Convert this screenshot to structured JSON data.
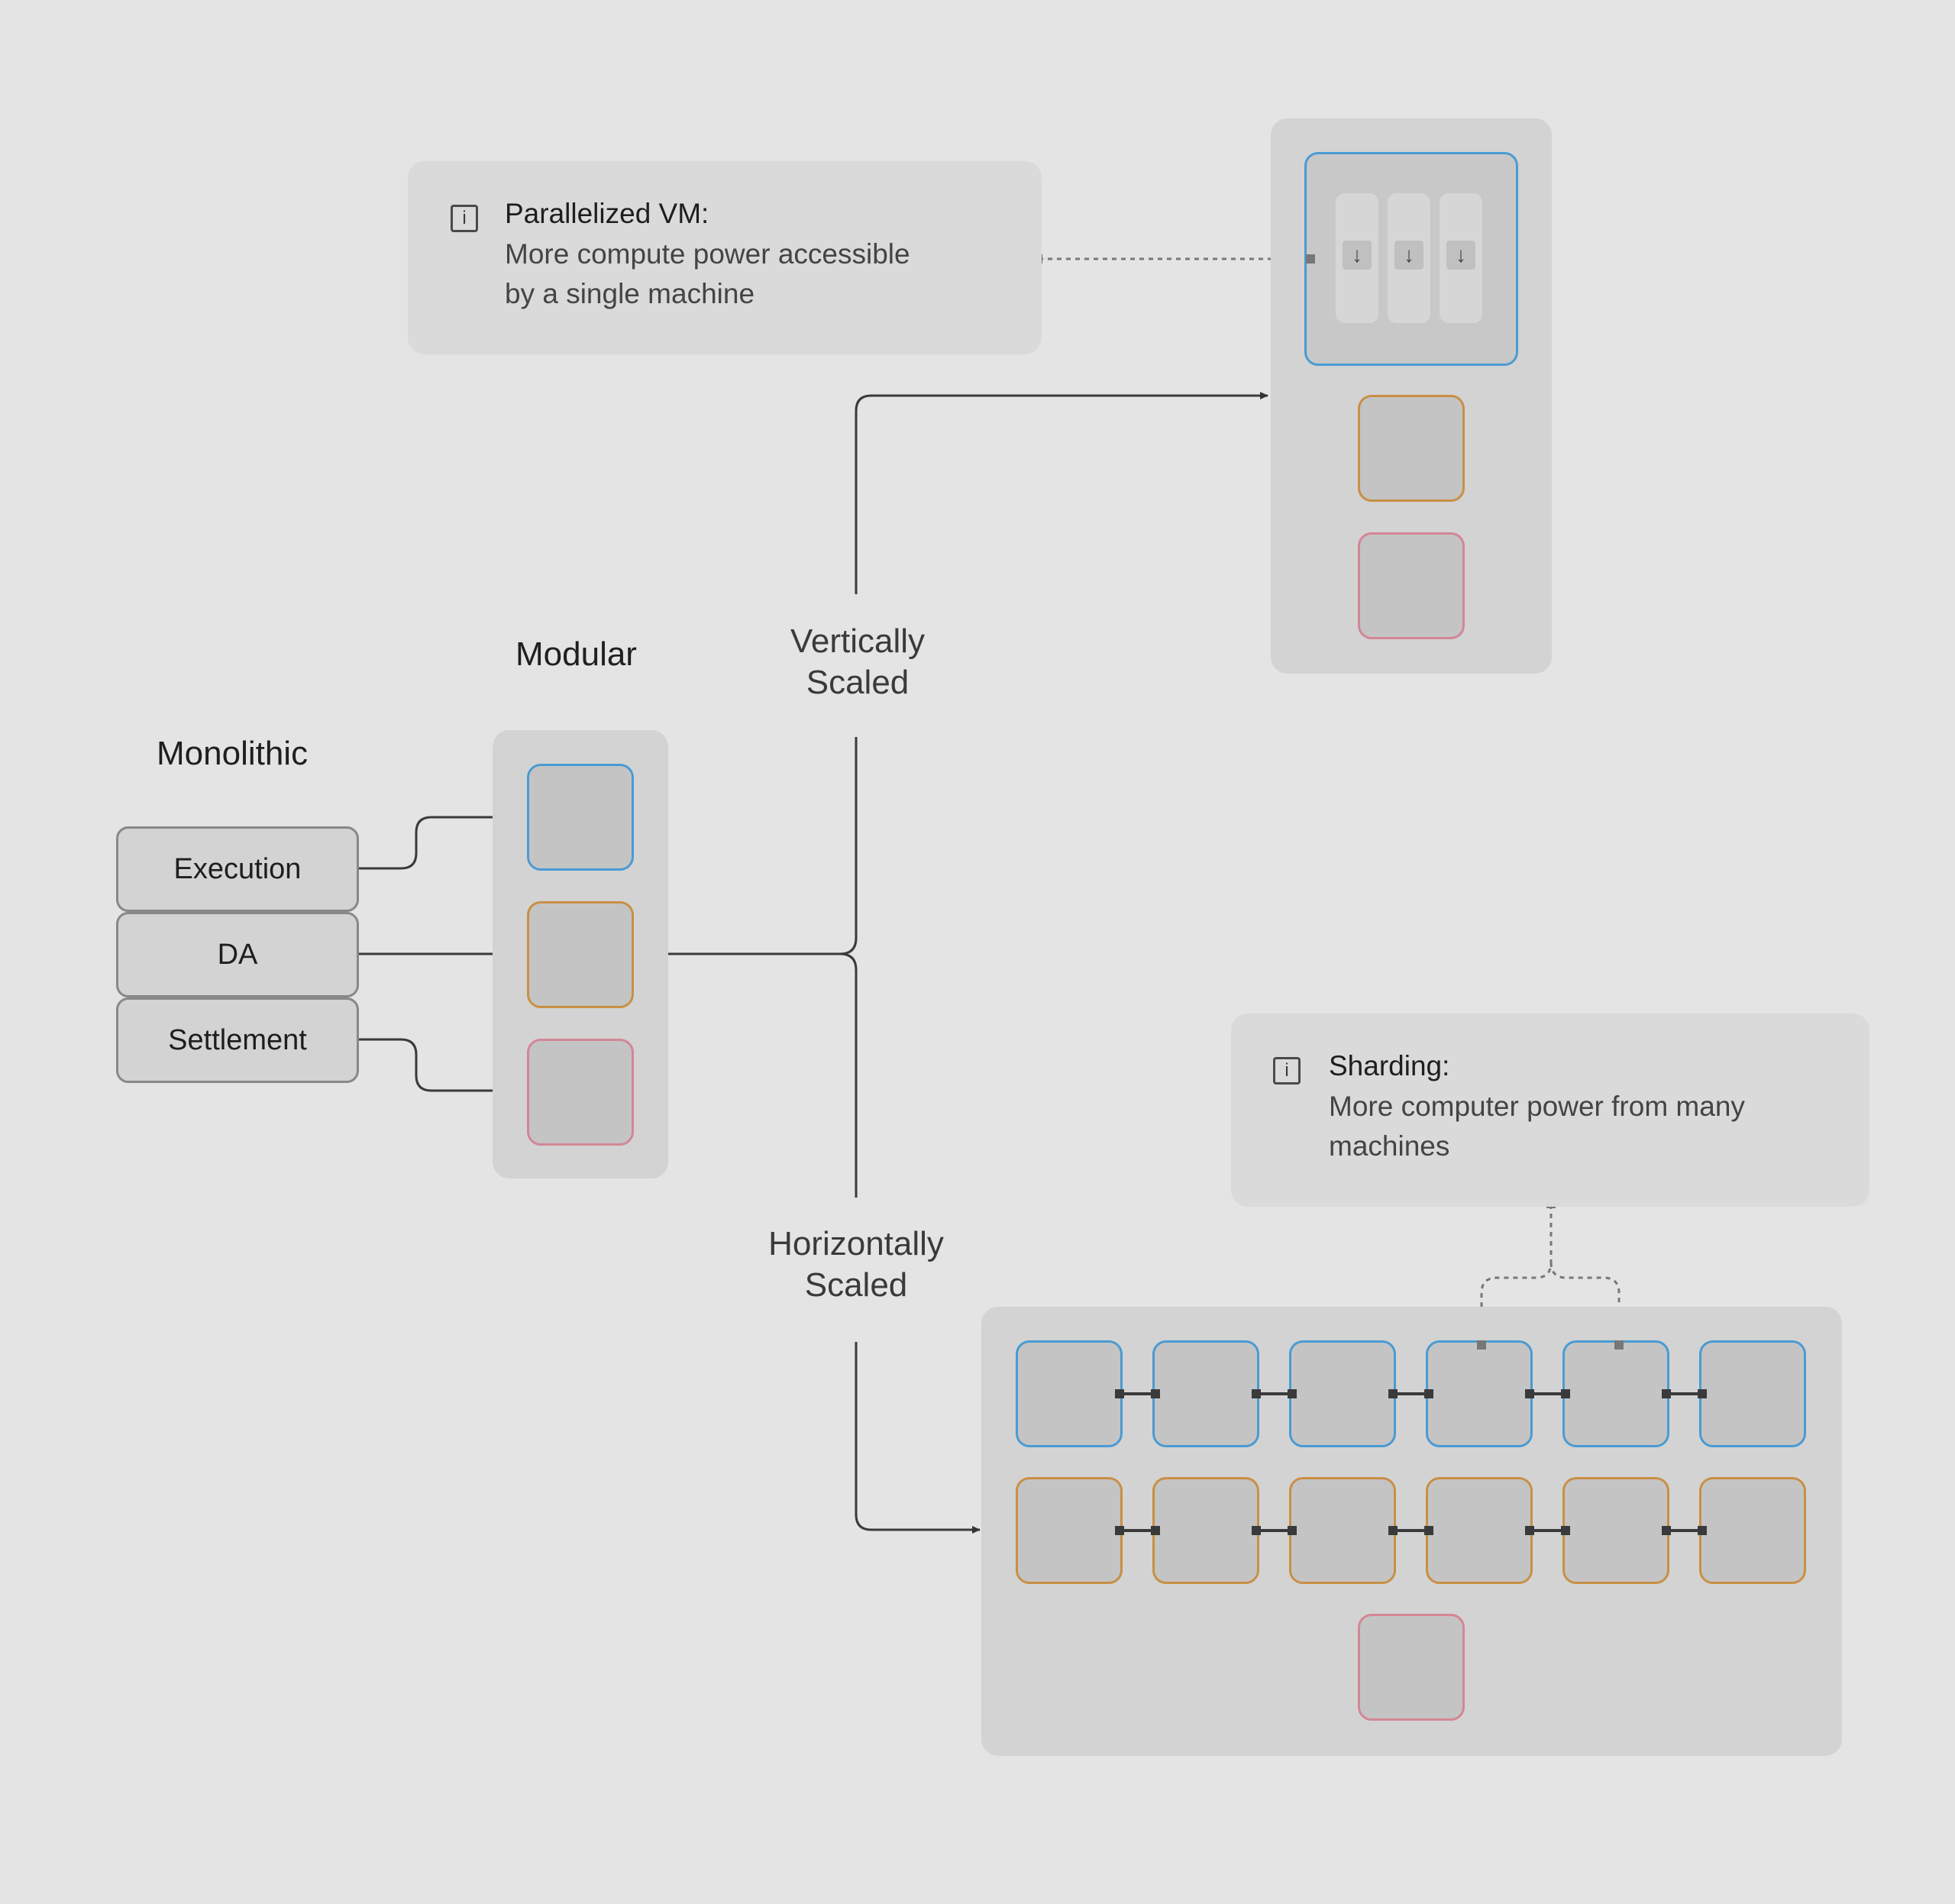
{
  "monolithic": {
    "title": "Monolithic",
    "layers": [
      {
        "label": "Execution",
        "color": "#4a9bd3"
      },
      {
        "label": "DA",
        "color": "#c98f45"
      },
      {
        "label": "Settlement",
        "color": "#d38696"
      }
    ]
  },
  "modular": {
    "title": "Modular"
  },
  "vertical": {
    "label_line1": "Vertically",
    "label_line2": "Scaled",
    "lanes": 3,
    "lane_icon": "↓"
  },
  "horizontal": {
    "label_line1": "Horizontally",
    "label_line2": "Scaled",
    "shards_per_row": 6
  },
  "notes": {
    "parallelized": {
      "title": "Parallelized VM:",
      "body_line1": "More compute power accessible",
      "body_line2": "by a single machine",
      "icon": "info-icon"
    },
    "sharding": {
      "title": "Sharding:",
      "body_line1": "More computer power from many",
      "body_line2": "machines",
      "icon": "info-icon"
    }
  },
  "colors": {
    "execution": "#4a9bd3",
    "da": "#c98f45",
    "settlement": "#d38696",
    "panel": "#d3d3d3",
    "background": "#e4e4e4"
  }
}
